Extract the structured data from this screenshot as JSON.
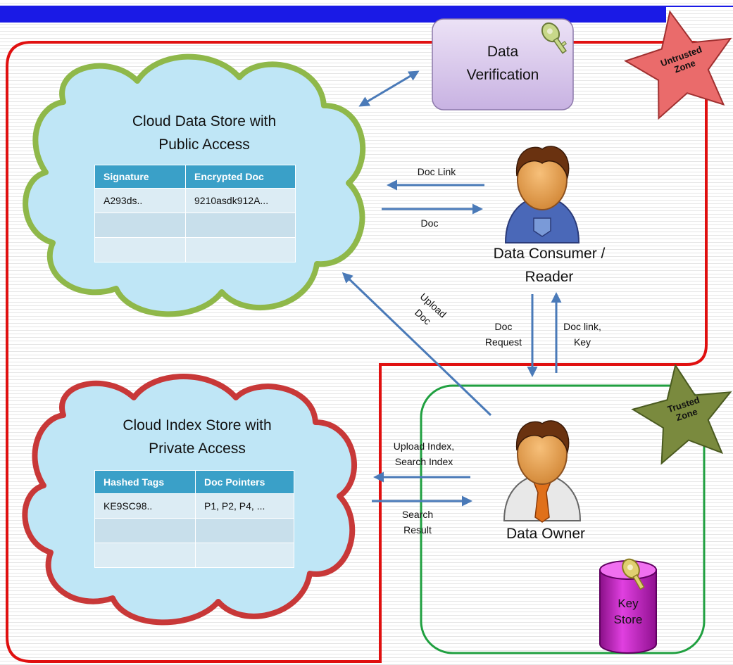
{
  "title_bar_color": "#1a1ae6",
  "zones": {
    "untrusted": {
      "label_line1": "Untrusted",
      "label_line2": "Zone",
      "color": "#ea6b6b",
      "border": "#e01010"
    },
    "trusted": {
      "label_line1": "Trusted",
      "label_line2": "Zone",
      "color": "#7a8a3e",
      "border": "#20a040"
    }
  },
  "verification": {
    "line1": "Data",
    "line2": "Verification",
    "icon": "key-icon",
    "color": "#d8c8ec"
  },
  "public_store": {
    "title_line1": "Cloud Data Store with",
    "title_line2": "Public Access",
    "headers": [
      "Signature",
      "Encrypted Doc"
    ],
    "rows": [
      [
        "A293ds..",
        "9210asdk912A..."
      ],
      [
        "",
        ""
      ],
      [
        "",
        ""
      ]
    ],
    "cloud_color": "#bfe6f6",
    "outline_color": "#8fb84a"
  },
  "private_store": {
    "title_line1": "Cloud Index Store  with",
    "title_line2": "Private Access",
    "headers": [
      "Hashed Tags",
      "Doc Pointers"
    ],
    "rows": [
      [
        "KE9SC98..",
        "P1, P2, P4, ..."
      ],
      [
        "",
        ""
      ],
      [
        "",
        ""
      ]
    ],
    "cloud_color": "#bfe6f6",
    "outline_color": "#c83838"
  },
  "consumer": {
    "line1": "Data Consumer /",
    "line2": "Reader",
    "icon": "user-icon"
  },
  "owner": {
    "label": "Data Owner",
    "icon": "business-user-icon"
  },
  "key_store": {
    "line1": "Key",
    "line2": "Store",
    "icon": "key-icon",
    "color": "#c020c0"
  },
  "arrows": {
    "doc_link": "Doc Link",
    "doc": "Doc",
    "upload_doc_1": "Upload",
    "upload_doc_2": "Doc",
    "doc_request_1": "Doc",
    "doc_request_2": "Request",
    "doc_link_key_1": "Doc link,",
    "doc_link_key_2": "Key",
    "upload_index_1": "Upload Index,",
    "upload_index_2": "Search Index",
    "search_result_1": "Search",
    "search_result_2": "Result",
    "color": "#4a7ab8"
  }
}
